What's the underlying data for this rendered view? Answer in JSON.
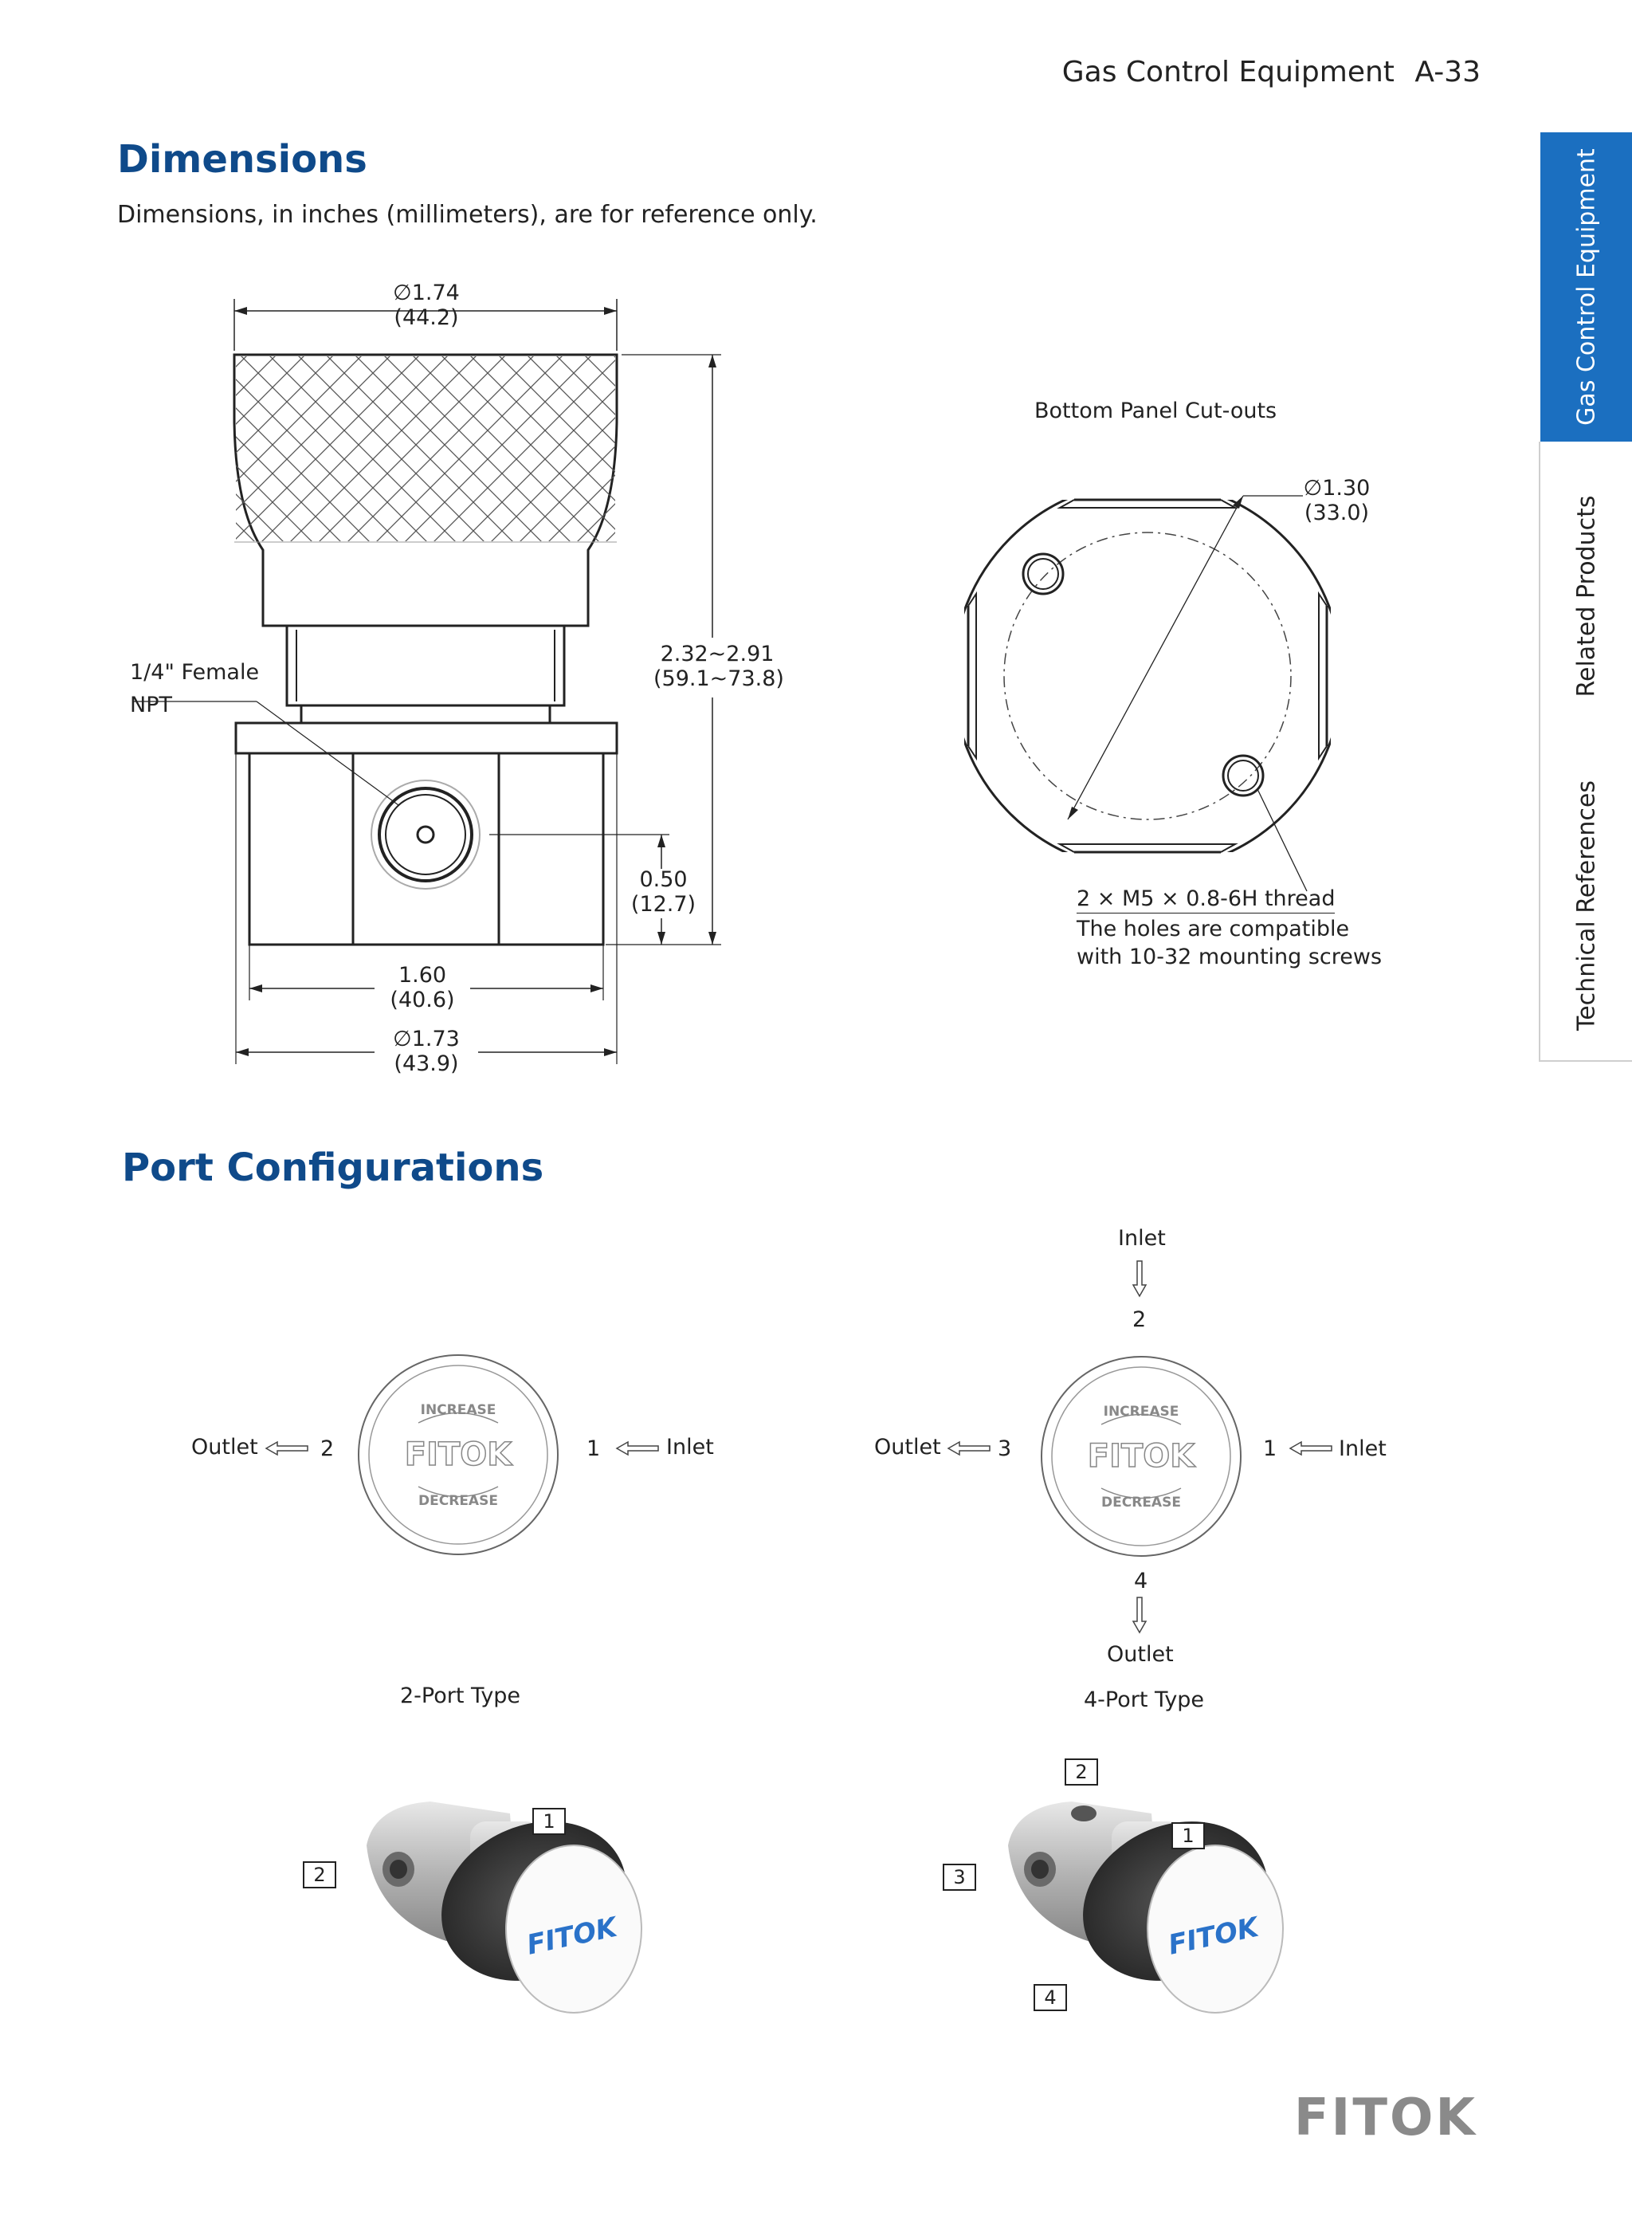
{
  "header": {
    "section": "Gas Control Equipment",
    "page": "A-33"
  },
  "side_tabs": [
    {
      "label": "Gas Control Equipment",
      "active": true
    },
    {
      "label": "Related Products",
      "active": false
    },
    {
      "label": "Technical References",
      "active": false
    }
  ],
  "dimensions": {
    "title": "Dimensions",
    "subtitle": "Dimensions, in inches (millimeters), are for reference only.",
    "labels": {
      "top_dia_in": "∅1.74",
      "top_dia_mm": "(44.2)",
      "height_in": "2.32~2.91",
      "height_mm": "(59.1~73.8)",
      "npt_line1": "1/4\" Female",
      "npt_line2": "NPT",
      "port_h_in": "0.50",
      "port_h_mm": "(12.7)",
      "body_w_in": "1.60",
      "body_w_mm": "(40.6)",
      "base_dia_in": "∅1.73",
      "base_dia_mm": "(43.9)"
    },
    "bottom": {
      "title": "Bottom Panel Cut-outs",
      "dia_in": "∅1.30",
      "dia_mm": "(33.0)",
      "thread": "2 × M5 × 0.8-6H thread",
      "note1": "The holes are compatible",
      "note2": "with 10-32 mounting screws"
    }
  },
  "ports": {
    "title": "Port Configurations",
    "two_port": {
      "caption": "2-Port Type",
      "outlet": "Outlet",
      "inlet": "Inlet",
      "outlet_num": "2",
      "inlet_num": "1"
    },
    "four_port": {
      "caption": "4-Port Type",
      "top_label": "Inlet",
      "top_num": "2",
      "left_label": "Outlet",
      "left_num": "3",
      "right_label": "Inlet",
      "right_num": "1",
      "bottom_num": "4",
      "bottom_label": "Outlet"
    },
    "knob": {
      "brand": "FITOK",
      "increase": "INCREASE",
      "decrease": "DECREASE"
    },
    "photo_two": {
      "box1": "1",
      "box2": "2"
    },
    "photo_four": {
      "box1": "1",
      "box2": "2",
      "box3": "3",
      "box4": "4"
    }
  },
  "footer": {
    "logo": "FITOK"
  },
  "colors": {
    "accent": "#0f4a8a",
    "tab_active": "#1b6fc0",
    "logo_grey": "#8a8a8a"
  }
}
